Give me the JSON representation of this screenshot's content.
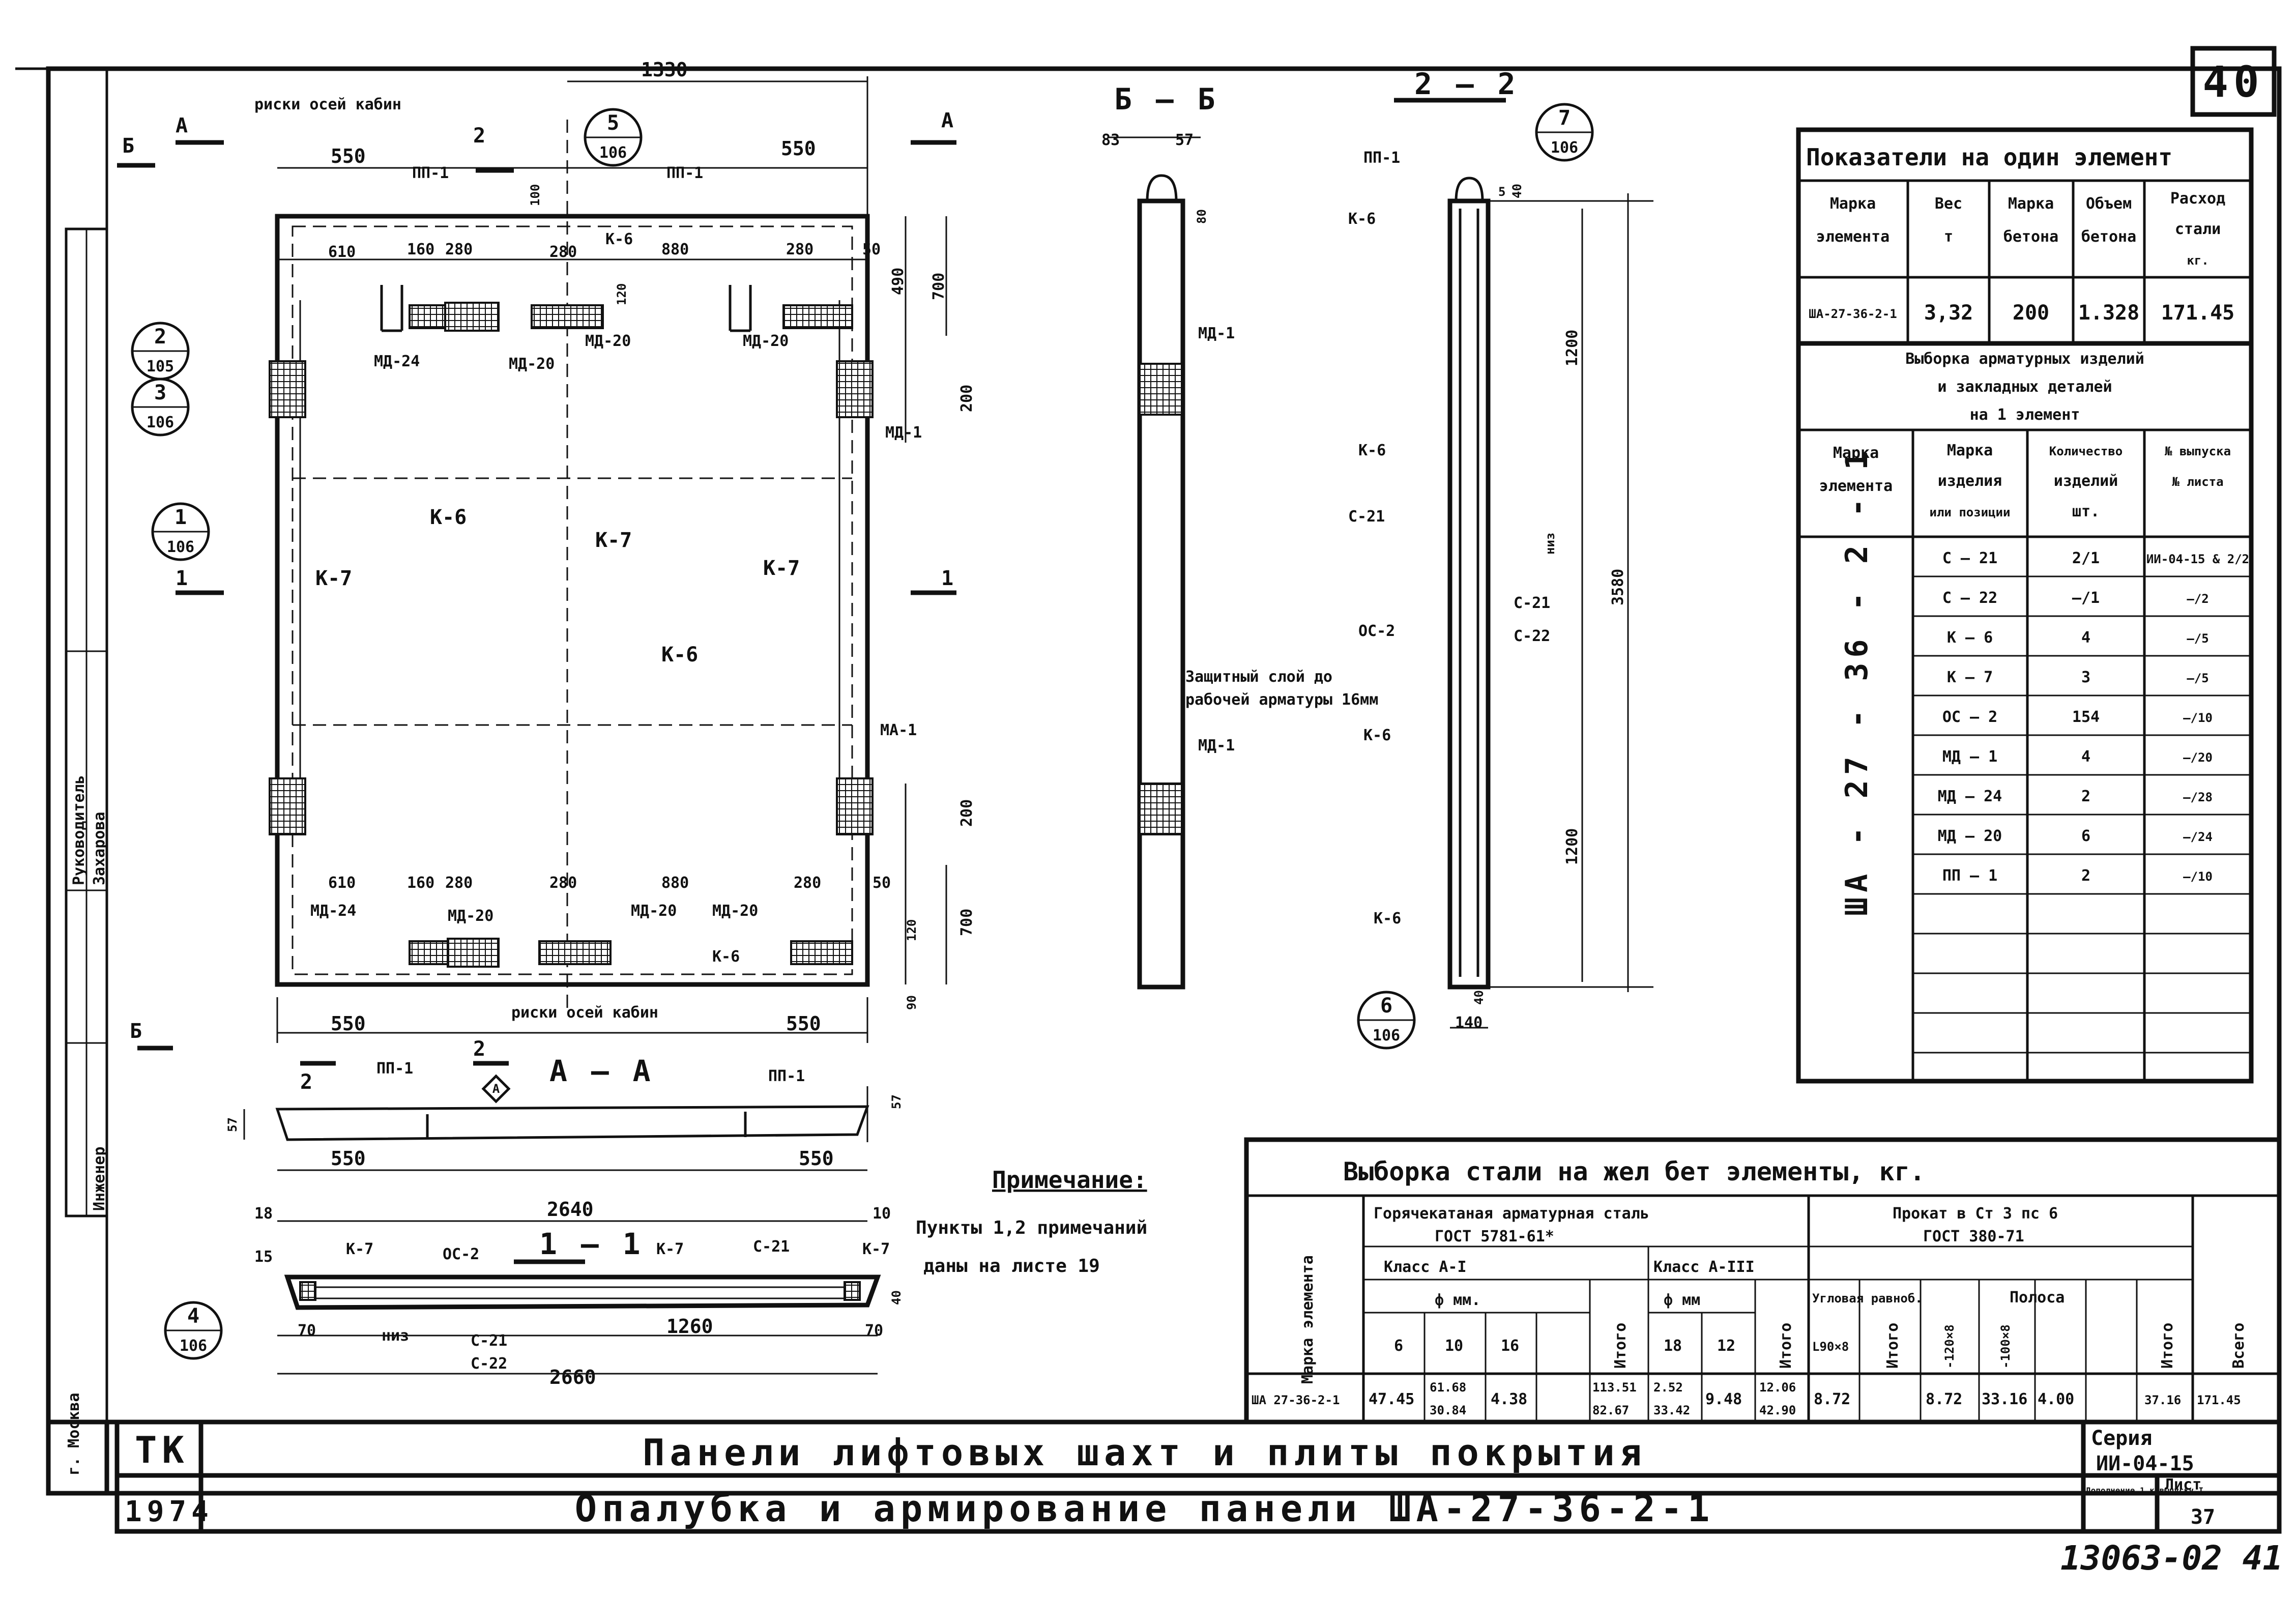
{
  "sheet": {
    "page_number": "40",
    "doc_number": "13063-02 41",
    "stamp_org": "ТК",
    "stamp_year": "1974",
    "title1": "Панели лифтовых шахт и плиты покрытия",
    "title2": "Опалубка и армирование панели ША-27-36-2-1",
    "series_label": "Серия",
    "series_value": "ИИ-04-15",
    "supplement_label": "Дополнение 1 к выпуску I",
    "sheet_label": "Лист",
    "sheet_value": "37",
    "left_strip": [
      "Инженер",
      "Захарова",
      "Руководитель",
      "г. Москва"
    ]
  },
  "elevation": {
    "labels": {
      "ticks_note": "риски осей кабин",
      "pp1": "ПП-1",
      "k6": "К-6",
      "k7": "К-7",
      "md24": "МД-24",
      "md20": "МД-20",
      "md1": "МД-1",
      "ma1": "МА-1",
      "sec_a": "А",
      "sec_b": "Б",
      "sec_1": "1",
      "sec_2": "2"
    },
    "dims": {
      "d1330": "1330",
      "d550": "550",
      "d610": "610",
      "d160": "160",
      "d280": "280",
      "d880": "880",
      "d50": "50",
      "d490": "490",
      "d700": "700",
      "d200": "200",
      "d120": "120",
      "d90": "90",
      "d100": "100"
    },
    "callouts": [
      {
        "top": "5",
        "bottom": "106"
      },
      {
        "top": "2",
        "bottom": "105"
      },
      {
        "top": "3",
        "bottom": "106"
      },
      {
        "top": "1",
        "bottom": "106"
      }
    ]
  },
  "section_bb": {
    "title": "Б — Б",
    "d83": "83",
    "d57": "57",
    "d80": "80",
    "md1": "МД-1"
  },
  "section_22": {
    "title": "2 — 2",
    "pp1": "ПП-1",
    "k6": "К-6",
    "c21": "С-21",
    "c22": "С-22",
    "oc2": "ОС-2",
    "niz": "низ",
    "cover_note_1": "Защитный слой до",
    "cover_note_2": "рабочей арматуры 16мм",
    "d1200": "1200",
    "d3580": "3580",
    "d140": "140",
    "d5": "5",
    "d40": "40",
    "callout_top": {
      "top": "7",
      "bottom": "106"
    },
    "callout_bot": {
      "top": "6",
      "bottom": "106"
    }
  },
  "section_aa": {
    "title": "А — А",
    "pp1": "ПП-1",
    "d550": "550",
    "d57": "57",
    "marker": "А"
  },
  "section_11": {
    "title": "1 — 1",
    "k7": "К-7",
    "oc2": "ОС-2",
    "c21": "С-21",
    "c22": "С-22",
    "niz": "низ",
    "d2640": "2640",
    "d2660": "2660",
    "d1260": "1260",
    "d18": "18",
    "d10": "10",
    "d15": "15",
    "d70": "70",
    "d40": "40",
    "callout": {
      "top": "4",
      "bottom": "106"
    }
  },
  "note": {
    "title": "Примечание:",
    "line1": "Пункты 1,2 примечаний",
    "line2": "даны на листе 19"
  },
  "indicators": {
    "title": "Показатели на один элемент",
    "headers": [
      [
        "Марка",
        "элемента"
      ],
      [
        "Вес",
        "т"
      ],
      [
        "Марка",
        "бетона"
      ],
      [
        "Объем",
        "бетона"
      ],
      [
        "Расход",
        "стали",
        "кг."
      ]
    ],
    "row": [
      "ША-27-36-2-1",
      "3,32",
      "200",
      "1.328",
      "171.45"
    ]
  },
  "selection": {
    "title": [
      "Выборка арматурных изделий",
      "и закладных деталей",
      "на 1 элемент"
    ],
    "headers": [
      [
        "Марка",
        "элемента"
      ],
      [
        "Марка",
        "изделия",
        "или позиции"
      ],
      [
        "Количество",
        "изделий",
        "шт."
      ],
      [
        "№ выпуска",
        "№ листа"
      ]
    ],
    "element": "ША - 27 - 36 - 2 - 1",
    "rows": [
      {
        "mark": "С — 21",
        "qty": "2/1",
        "ref": "ИИ-04-15 & 2/2"
      },
      {
        "mark": "С — 22",
        "qty": "—/1",
        "ref": "—/2"
      },
      {
        "mark": "К — 6",
        "qty": "4",
        "ref": "—/5"
      },
      {
        "mark": "К — 7",
        "qty": "3",
        "ref": "—/5"
      },
      {
        "mark": "ОС — 2",
        "qty": "154",
        "ref": "—/10"
      },
      {
        "mark": "МД — 1",
        "qty": "4",
        "ref": "—/20"
      },
      {
        "mark": "МД — 24",
        "qty": "2",
        "ref": "—/28"
      },
      {
        "mark": "МД — 20",
        "qty": "6",
        "ref": "—/24"
      },
      {
        "mark": "ПП — 1",
        "qty": "2",
        "ref": "—/10"
      }
    ]
  },
  "steel": {
    "title": "Выборка стали на жел бет элементы, кг.",
    "h_mark": "Марка элемента",
    "h_hot": "Горячекатаная арматурная сталь",
    "h_hot_gost": "ГОСТ 5781-61*",
    "h_roll": "Прокат в Ст 3 пс 6",
    "h_roll_gost": "ГОСТ 380-71",
    "h_class1": "Класс А-I",
    "h_class3": "Класс А-III",
    "h_phi": "ф мм.",
    "h_phi2": "ф мм",
    "h_angle": "Угловая равноб.",
    "h_strip": "Полоса",
    "h_total": "Итого",
    "h_grand": "Всего",
    "cols": [
      "6",
      "10",
      "16",
      "18",
      "12",
      "L90×8",
      "-120×8",
      "-100×8"
    ],
    "row": {
      "mark": "ША 27-36-2-1",
      "c6": "47.45",
      "c10a": "61.68",
      "c10b": "30.84",
      "c16": "4.38",
      "t1a": "113.51",
      "t1b": "82.67",
      "c18a": "2.52",
      "c18b": "33.42",
      "c12": "9.48",
      "t2a": "12.06",
      "t2b": "42.90",
      "angle": "8.72",
      "angle_total": "8.72",
      "s120": "33.16",
      "s100": "4.00",
      "strip_total": "37.16",
      "grand": "171.45"
    }
  }
}
